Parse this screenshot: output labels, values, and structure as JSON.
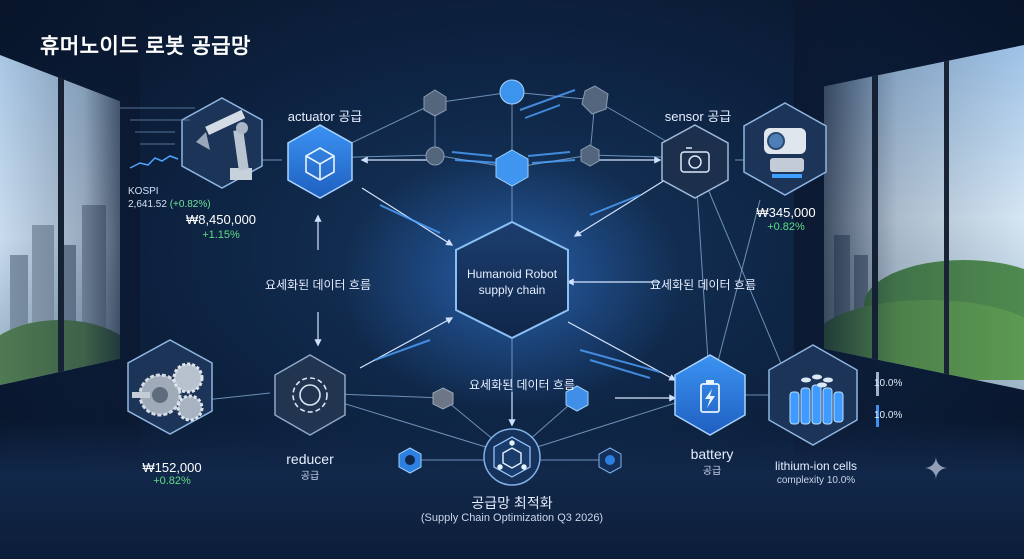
{
  "title": "휴머노이드 로봇 공급망",
  "center": {
    "line1": "Humanoid Robot",
    "line2": "supply chain"
  },
  "nodes": {
    "actuator": {
      "label": "actuator 공급",
      "price": "₩8,450,000",
      "change": "+1.15%"
    },
    "sensor": {
      "label": "sensor 공급",
      "price": "₩345,000",
      "change": "+0.82%"
    },
    "reducer": {
      "label": "reducer",
      "sub": "공급",
      "price": "₩152,000",
      "change": "+0.82%"
    },
    "battery": {
      "label": "battery",
      "sub": "공급"
    },
    "cells": {
      "label": "lithium-ion cells",
      "sub": "complexity 10.0%"
    },
    "optimization": {
      "label": "공급망 최적화",
      "sub": "(Supply Chain Optimization Q3 2026)"
    }
  },
  "flows": {
    "left": "요세화된 데이터 흐름",
    "right": "요세화된 데이터 흐름",
    "bottom": "요세화된 데이터 흐름"
  },
  "kospi": {
    "name": "KOSPI",
    "value": "2,641.52",
    "change": "(+0.82%)"
  },
  "legend": [
    {
      "value": "10.0%",
      "color": "#9fb3cc"
    },
    {
      "value": "10.0%",
      "color": "#3f8ff0"
    }
  ],
  "colors": {
    "accent": "#3f9bff",
    "hex_fill": "#14305a",
    "hex_stroke": "#7fb2e8",
    "positive": "#5fdc86"
  }
}
